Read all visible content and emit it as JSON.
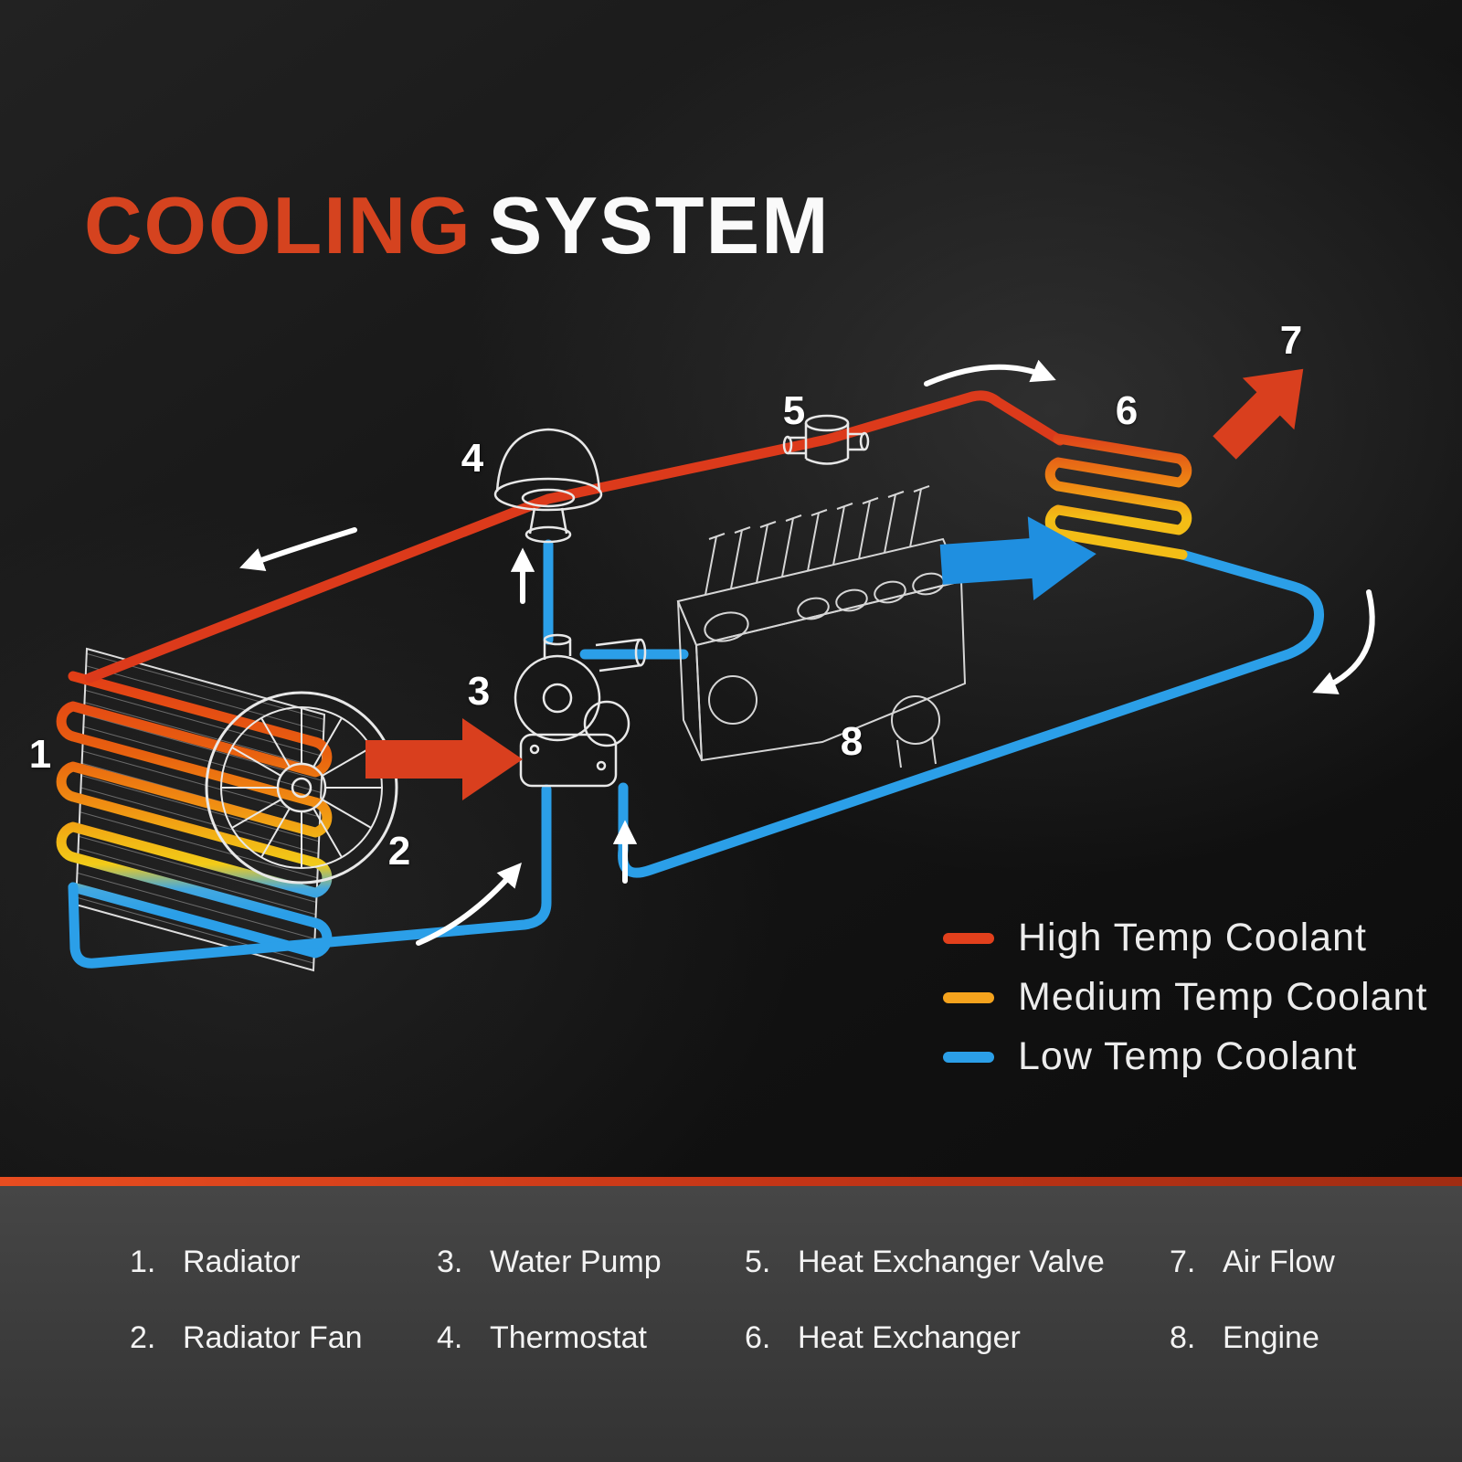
{
  "title": {
    "cooling": "COOLING",
    "system": "SYSTEM"
  },
  "legend": {
    "items": [
      {
        "label": "High Temp Coolant",
        "color": "#e2401c"
      },
      {
        "label": "Medium Temp Coolant",
        "color": "#f5a31d"
      },
      {
        "label": "Low Temp Coolant",
        "color": "#2b9fe8"
      }
    ]
  },
  "diagram": {
    "markers": [
      "1",
      "2",
      "3",
      "4",
      "5",
      "6",
      "7",
      "8"
    ]
  },
  "parts": {
    "columns": [
      {
        "items": [
          {
            "num": "1.",
            "label": "Radiator"
          },
          {
            "num": "2.",
            "label": "Radiator Fan"
          }
        ]
      },
      {
        "items": [
          {
            "num": "3.",
            "label": "Water Pump"
          },
          {
            "num": "4.",
            "label": "Thermostat"
          }
        ]
      },
      {
        "items": [
          {
            "num": "5.",
            "label": "Heat Exchanger Valve"
          },
          {
            "num": "6.",
            "label": "Heat Exchanger"
          }
        ]
      },
      {
        "items": [
          {
            "num": "7.",
            "label": "Air Flow"
          },
          {
            "num": "8.",
            "label": "Engine"
          }
        ]
      }
    ]
  },
  "colors": {
    "accent": "#d5431f",
    "high": "#e2401c",
    "medium": "#f5a31d",
    "low": "#2b9fe8"
  }
}
